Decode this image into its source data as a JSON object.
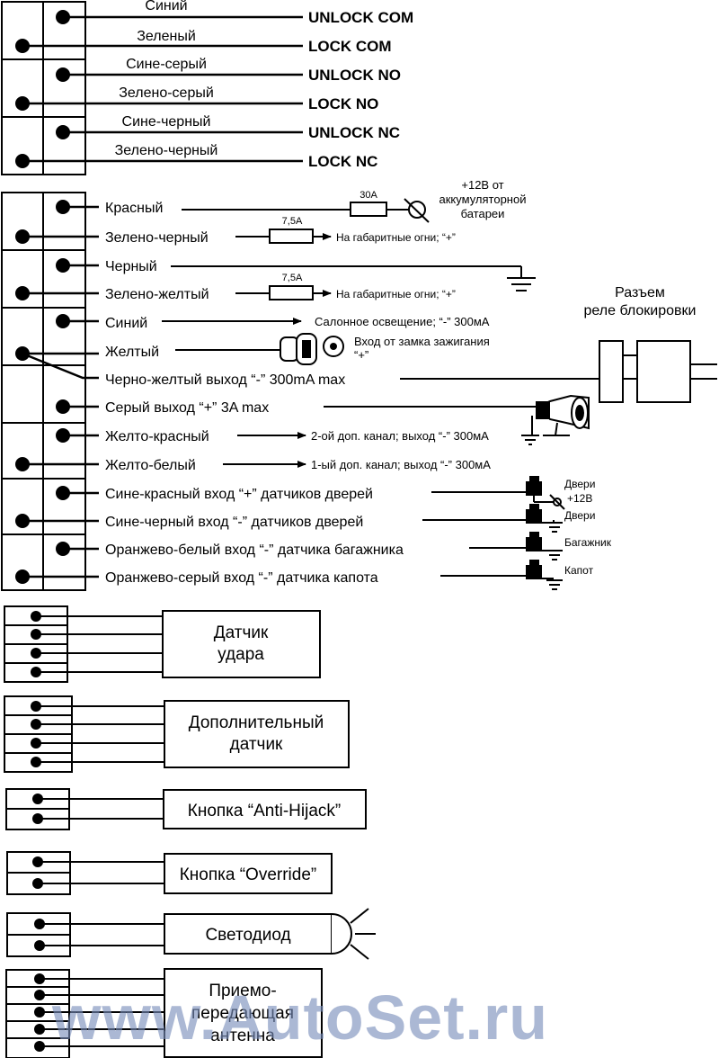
{
  "lock_block": {
    "wires": [
      {
        "color": "Синий",
        "output": "UNLOCK COM"
      },
      {
        "color": "Зеленый",
        "output": "LOCK COM"
      },
      {
        "color": "Сине-серый",
        "output": "UNLOCK NO"
      },
      {
        "color": "Зелено-серый",
        "output": "LOCK NO"
      },
      {
        "color": "Сине-черный",
        "output": "UNLOCK NC"
      },
      {
        "color": "Зелено-черный",
        "output": "LOCK NC"
      }
    ]
  },
  "main_block": {
    "wires": [
      "Красный",
      "Зелено-черный",
      "Черный",
      "Зелено-желтый",
      "Синий",
      "Желтый",
      "Черно-желтый выход “-” 300mA max",
      "Серый  выход “+” 3A max",
      "Желто-красный",
      "Желто-белый",
      "Сине-красный вход “+” датчиков дверей",
      "Сине-черный вход “-” датчиков дверей",
      "Оранжево-белый вход “-” датчика багажника",
      "Оранжево-серый вход “-” датчика капота"
    ],
    "labels": {
      "fuse_30": "30A",
      "fuse_75_a": "7,5A",
      "fuse_75_b": "7,5A",
      "battery": [
        "+12В от",
        "аккумуляторной",
        "батареи"
      ],
      "parking_lights_a": "На габаритные огни; “+”",
      "parking_lights_b": "На габаритные огни; “+”",
      "interior_light": "Салонное освещение; “-” 300мА",
      "ignition": [
        "Вход от замка зажигания",
        "“+”"
      ],
      "relay": [
        "Разъем",
        "реле блокировки"
      ],
      "ch2": "2-ой доп. канал; выход “-” 300мА",
      "ch1": "1-ый доп. канал; выход “-” 300мА",
      "doors_plus": "Двери",
      "plus12": "+12В",
      "doors_minus": "Двери",
      "trunk": "Багажник",
      "hood": "Капот"
    }
  },
  "modules": [
    {
      "lines": [
        "Датчик",
        "удара"
      ]
    },
    {
      "lines": [
        "Дополнительный",
        "датчик"
      ]
    },
    {
      "lines": [
        "Кнопка “Anti-Hijack”"
      ]
    },
    {
      "lines": [
        "Кнопка “Override”"
      ]
    },
    {
      "lines": [
        "Светодиод"
      ]
    },
    {
      "lines": [
        "Приемо-",
        "передающая",
        "антенна"
      ]
    }
  ],
  "watermark": "www.AutoSet.ru"
}
